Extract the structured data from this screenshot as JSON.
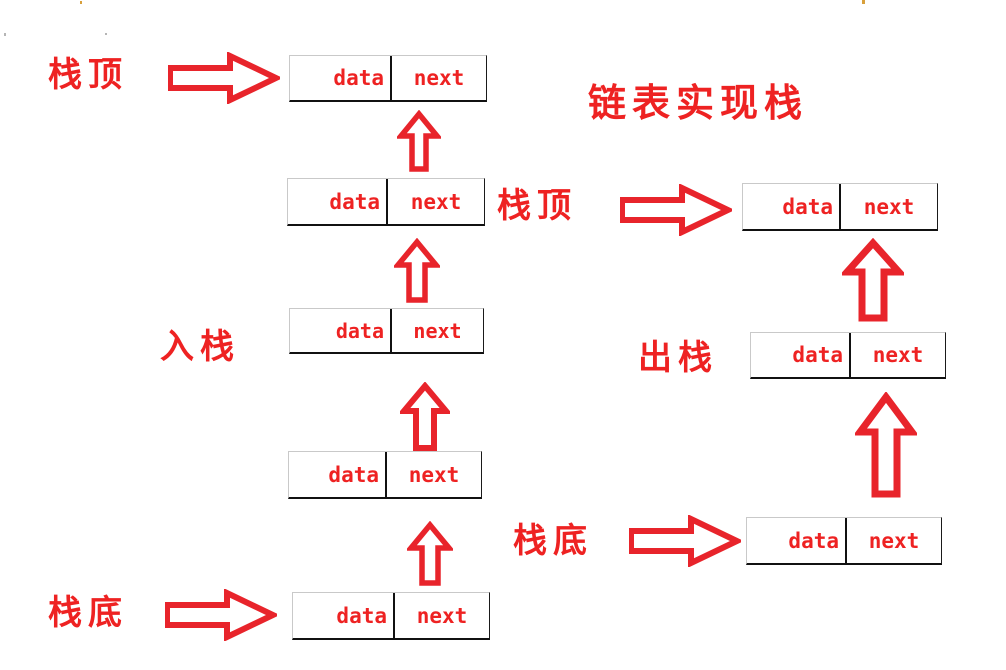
{
  "title": "链表实现栈",
  "colors": {
    "accent_red": "#ee2222",
    "arrow_red": "#e8242b",
    "box_border_dark": "#111111",
    "box_border_light": "#c9c9c9",
    "background": "#ffffff"
  },
  "node_labels": {
    "data": "data",
    "next": "next"
  },
  "left_column": {
    "section_label": "入栈",
    "top_label": "栈顶",
    "bottom_label": "栈底",
    "nodes": [
      {
        "data": "data",
        "next": "next"
      },
      {
        "data": "data",
        "next": "next"
      },
      {
        "data": "data",
        "next": "next"
      },
      {
        "data": "data",
        "next": "next"
      },
      {
        "data": "data",
        "next": "next"
      }
    ],
    "arrow_count_up": 4
  },
  "right_column": {
    "section_label": "出栈",
    "top_label": "栈顶",
    "bottom_label": "栈底",
    "nodes": [
      {
        "data": "data",
        "next": "next"
      },
      {
        "data": "data",
        "next": "next"
      },
      {
        "data": "data",
        "next": "next"
      }
    ],
    "arrow_count_up": 2
  },
  "icons": {
    "arrow_right": "arrow-right-outline-icon",
    "arrow_up": "arrow-up-outline-icon"
  }
}
